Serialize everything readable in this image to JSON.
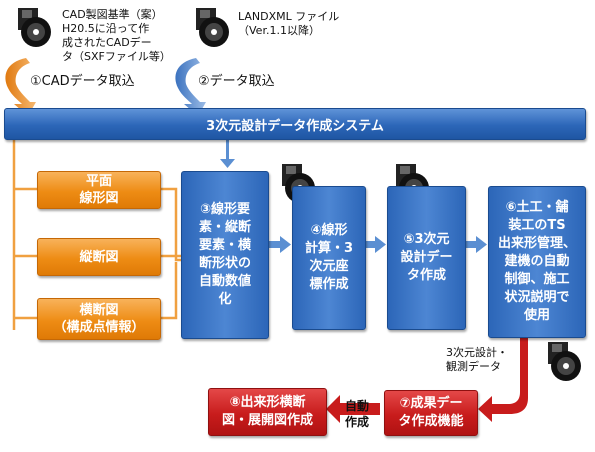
{
  "inputs": {
    "cad_note": "CAD製図基準（案）\nH20.5に沿って作\n成されたCADデー\nタ（SXFファイル等）",
    "landxml_note": "LANDXML ファイル\n（Ver.1.1以降）",
    "step1": "①CADデータ取込",
    "step2": "②データ取込"
  },
  "system_bar": "3次元設計データ作成システム",
  "orange_boxes": [
    "平面\n線形図",
    "縦断図",
    "横断図\n（構成点情報）"
  ],
  "process": {
    "p3": "③線形要\n素・縦断\n要素・横\n断形状の\n自動数値\n化",
    "p4": "④線形\n計算・3\n次元座\n標作成",
    "p5": "⑤3次元\n設計デー\nタ作成",
    "p6": "⑥土工・舗\n装工のTS\n出来形管理、\n建機の自動\n制御、施工\n状況説明で\n使用"
  },
  "output_note": "3次元設計・\n観測データ",
  "bottom": {
    "p7": "⑦成果デー\nタ作成機能",
    "auto": "自動\n作成",
    "p8": "⑧出来形横断\n図・展開図作成"
  },
  "icons": [
    "disk-icon",
    "disk-icon",
    "disk-icon",
    "disk-icon",
    "disk-icon"
  ],
  "colors": {
    "blue": "#2c66b8",
    "orange": "#ee8c14",
    "red": "#c81c1c",
    "arrow_blue": "#5b8fd2",
    "arrow_orange": "#f0a040"
  }
}
